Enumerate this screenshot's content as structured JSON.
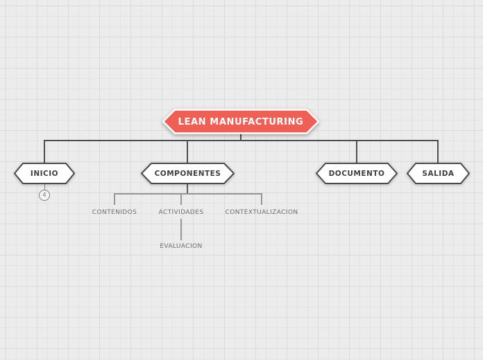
{
  "canvas": {
    "background_color": "#ececec",
    "grid_minor_color": "#e3e3e3",
    "grid_major_color": "#dbdbdb"
  },
  "colors": {
    "root_fill": "#ee6056",
    "root_text": "#ffffff",
    "node_fill": "#ffffff",
    "node_border": "#4a4a4a",
    "node_text": "#3e3e3e",
    "connector_dark": "#4d4d4d",
    "connector_light": "#969696",
    "subtopic_text": "#6e6e6e"
  },
  "mindmap": {
    "root": {
      "label": "LEAN MANUFACTURING"
    },
    "children": [
      {
        "label": "INICIO",
        "collapsed_count": "4"
      },
      {
        "label": "COMPONENTES",
        "children": [
          {
            "label": "CONTENIDOS"
          },
          {
            "label": "ACTIVIDADES",
            "children": [
              {
                "label": "EVALUACION"
              }
            ]
          },
          {
            "label": "CONTEXTUALIZACION"
          }
        ]
      },
      {
        "label": "DOCUMENTO"
      },
      {
        "label": "SALIDA"
      }
    ]
  }
}
